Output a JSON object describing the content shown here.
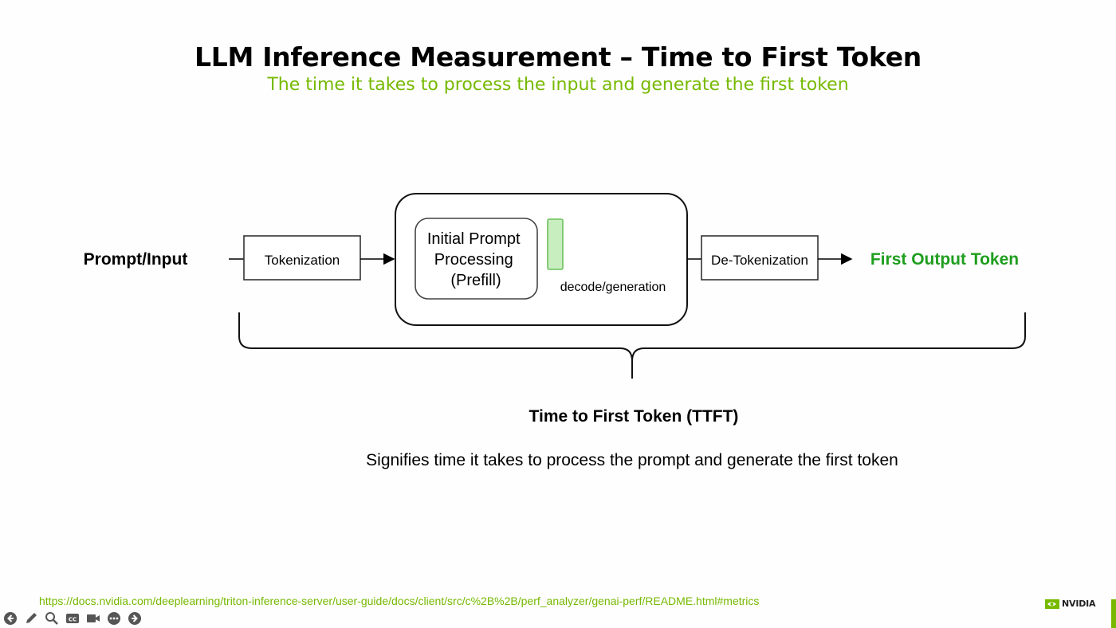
{
  "slide": {
    "title": "LLM Inference Measurement – Time to First Token",
    "subtitle": "The time it takes to process the input and generate the first token"
  },
  "diagram": {
    "input_label": "Prompt/Input",
    "tokenization": "Tokenization",
    "prefill_lines": [
      "Initial Prompt",
      "Processing",
      "(Prefill)"
    ],
    "decode_label": "decode/generation",
    "detokenization": "De-Tokenization",
    "output_label": "First Output Token",
    "ttft_label": "Time to First Token (TTFT)",
    "ttft_description": "Signifies time it takes to process the prompt and generate the first token"
  },
  "footer": {
    "url": "https://docs.nvidia.com/deeplearning/triton-inference-server/user-guide/docs/client/src/c%2B%2B/perf_analyzer/genai-perf/README.html#metrics",
    "brand": "NVIDIA"
  },
  "toolbar": {
    "icons": [
      "back-icon",
      "pen-icon",
      "zoom-icon",
      "captions-icon",
      "camera-icon",
      "more-icon",
      "forward-icon"
    ]
  },
  "colors": {
    "accent_green": "#76b900",
    "output_green": "#1e9e1e",
    "token_fill": "#c8eec0",
    "token_stroke": "#6cc05c"
  }
}
